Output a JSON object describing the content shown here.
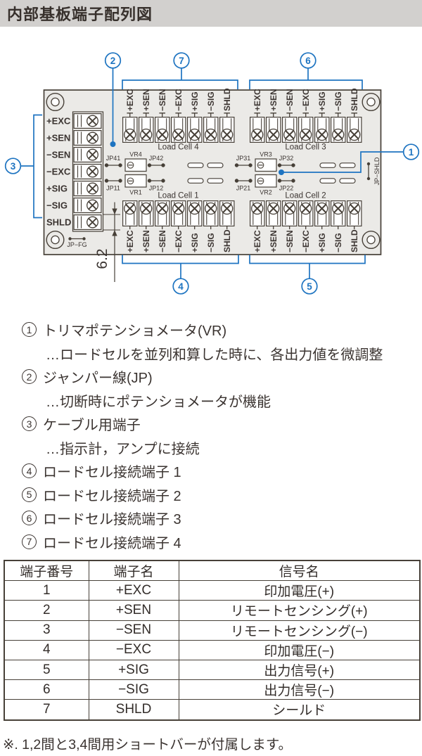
{
  "title": "内部基板端子配列図",
  "colors": {
    "accent_blue": "#1e74c1",
    "title_bar_bg": "#d2d0ce",
    "board_fill": "#ebeae7",
    "line_dark": "#474038"
  },
  "board": {
    "signals": [
      "+EXC",
      "+SEN",
      "−SEN",
      "−EXC",
      "+SIG",
      "−SIG",
      "SHLD"
    ],
    "load_cells": {
      "lc1": "Load Cell 1",
      "lc2": "Load Cell 2",
      "lc3": "Load Cell 3",
      "lc4": "Load Cell 4"
    },
    "jumpers": {
      "jp41": "JP41",
      "jp42": "JP42",
      "jp31": "JP31",
      "jp32": "JP32",
      "jp11": "JP11",
      "jp12": "JP12",
      "jp21": "JP21",
      "jp22": "JP22",
      "jp_shld": "JP−SHLD",
      "jp_fg": "JP−FG"
    },
    "trimmers": {
      "vr1": "VR1",
      "vr2": "VR2",
      "vr3": "VR3",
      "vr4": "VR4"
    },
    "dimension_label": "6.2",
    "callouts": {
      "c1": "1",
      "c2": "2",
      "c3": "3",
      "c4": "4",
      "c5": "5",
      "c6": "6",
      "c7": "7"
    }
  },
  "legend": {
    "items": [
      {
        "num": "1",
        "title": "トリマポテンショメータ(VR)",
        "desc": "…ロードセルを並列和算した時に、各出力値を微調整"
      },
      {
        "num": "2",
        "title": "ジャンパー線(JP)",
        "desc": "…切断時にポテンショメータが機能"
      },
      {
        "num": "3",
        "title": "ケーブル用端子",
        "desc": "…指示計，アンプに接続"
      },
      {
        "num": "4",
        "title": "ロードセル接続端子 1"
      },
      {
        "num": "5",
        "title": "ロードセル接続端子 2"
      },
      {
        "num": "6",
        "title": "ロードセル接続端子 3"
      },
      {
        "num": "7",
        "title": "ロードセル接続端子 4"
      }
    ]
  },
  "table": {
    "headers": [
      "端子番号",
      "端子名",
      "信号名"
    ],
    "rows": [
      [
        "1",
        "+EXC",
        "印加電圧(+)"
      ],
      [
        "2",
        "+SEN",
        "リモートセンシング(+)"
      ],
      [
        "3",
        "−SEN",
        "リモートセンシング(−)"
      ],
      [
        "4",
        "−EXC",
        "印加電圧(−)"
      ],
      [
        "5",
        "+SIG",
        "出力信号(+)"
      ],
      [
        "6",
        "−SIG",
        "出力信号(−)"
      ],
      [
        "7",
        "SHLD",
        "シールド"
      ]
    ]
  },
  "note": "※. 1,2間と3,4間用ショートバーが付属します。"
}
